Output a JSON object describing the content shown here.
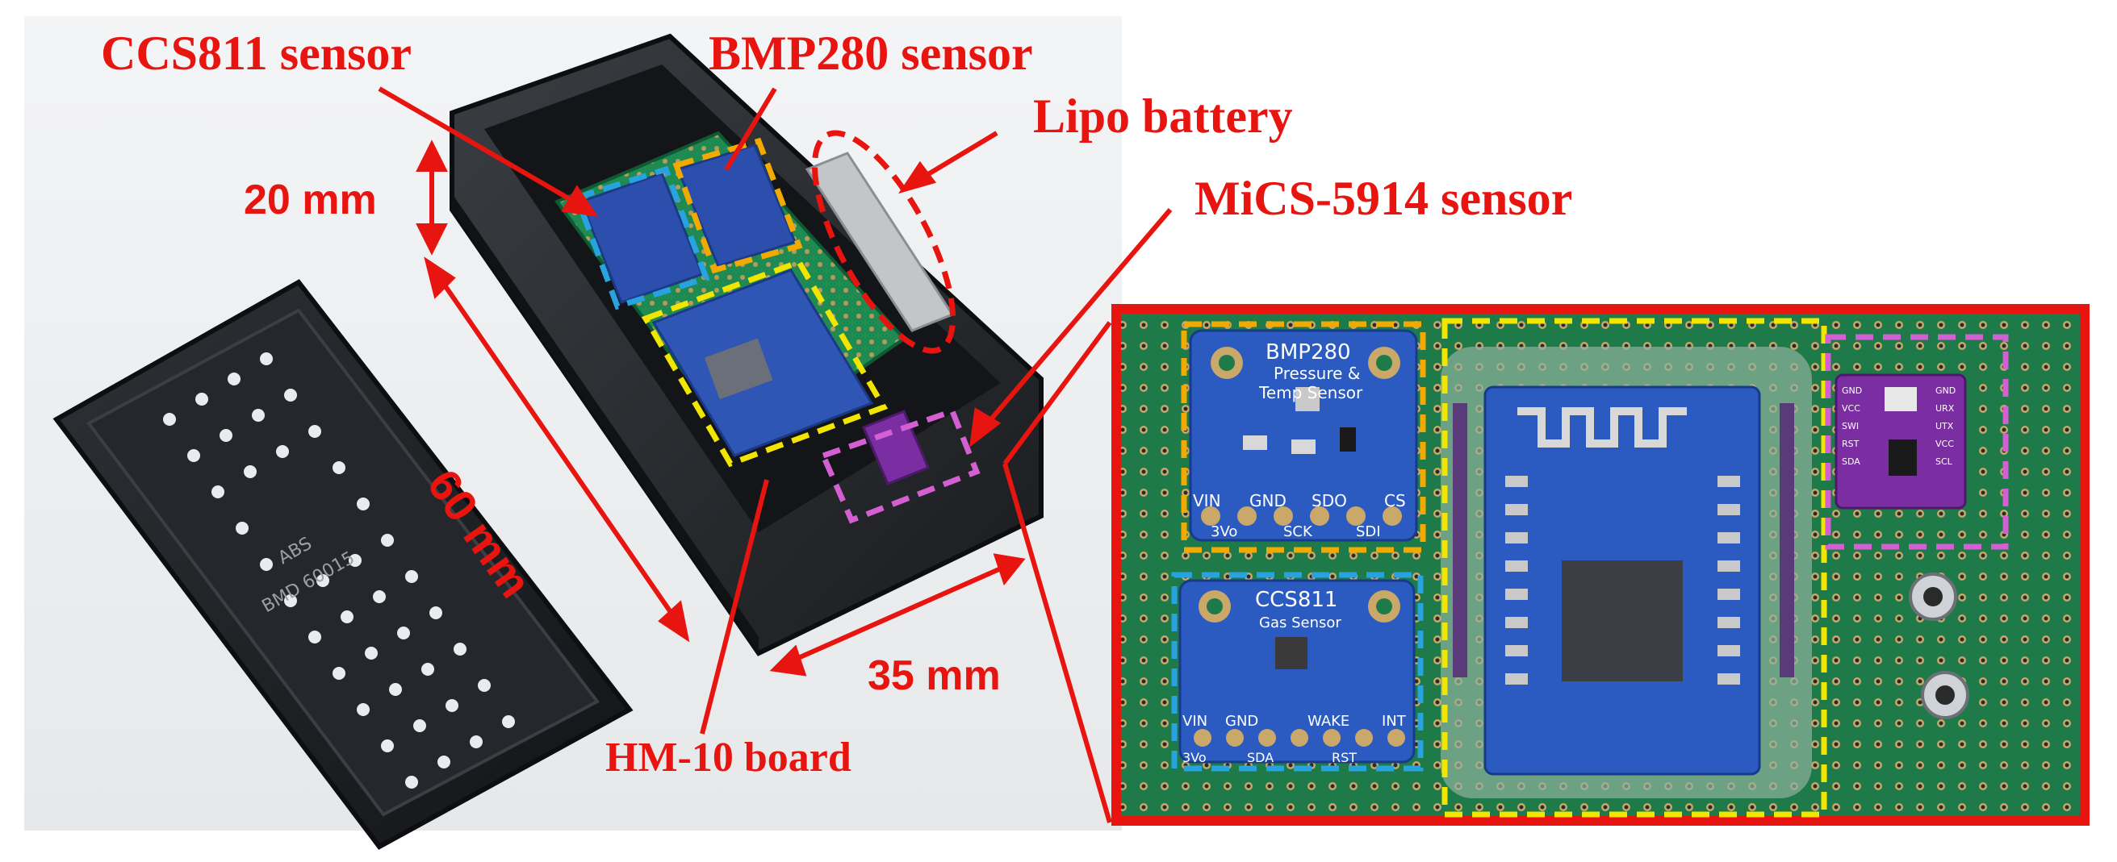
{
  "labels": {
    "ccs811": "CCS811 sensor",
    "bmp280": "BMP280 sensor",
    "lipo": "Lipo battery",
    "mics": "MiCS-5914 sensor",
    "hm10": "HM-10 board"
  },
  "dimensions": {
    "height": "20 mm",
    "length": "60 mm",
    "width": "35 mm"
  },
  "bmp_board": {
    "title1": "BMP280",
    "title2": "Pressure &",
    "title3": "Temp Sensor",
    "pins_top": [
      "VIN",
      "GND",
      "SDO",
      "CS"
    ],
    "pins_bottom": [
      "3Vo",
      "SCK",
      "SDI"
    ]
  },
  "ccs_board": {
    "title1": "CCS811",
    "title2": "Gas Sensor",
    "pins_top": [
      "VIN",
      "GND",
      "WAKE",
      "INT"
    ],
    "pins_bottom": [
      "3Vo",
      "SDA",
      "RST"
    ]
  },
  "mics_board": {
    "pins_left": [
      "GND",
      "VCC",
      "SWI",
      "RST",
      "SDA"
    ],
    "pins_right": [
      "GND",
      "URX",
      "UTX",
      "VCC",
      "SCL"
    ]
  },
  "lid": {
    "text1": "ABS",
    "text2": "BMD 60015"
  },
  "colors": {
    "annotation_red": "#e8140f",
    "pcb_green": "#1f7a4a",
    "bmp_frame": "#f2a900",
    "ccs_frame": "#29a3e0",
    "hm10_frame": "#f2e600",
    "mics_frame": "#d35fd3"
  }
}
